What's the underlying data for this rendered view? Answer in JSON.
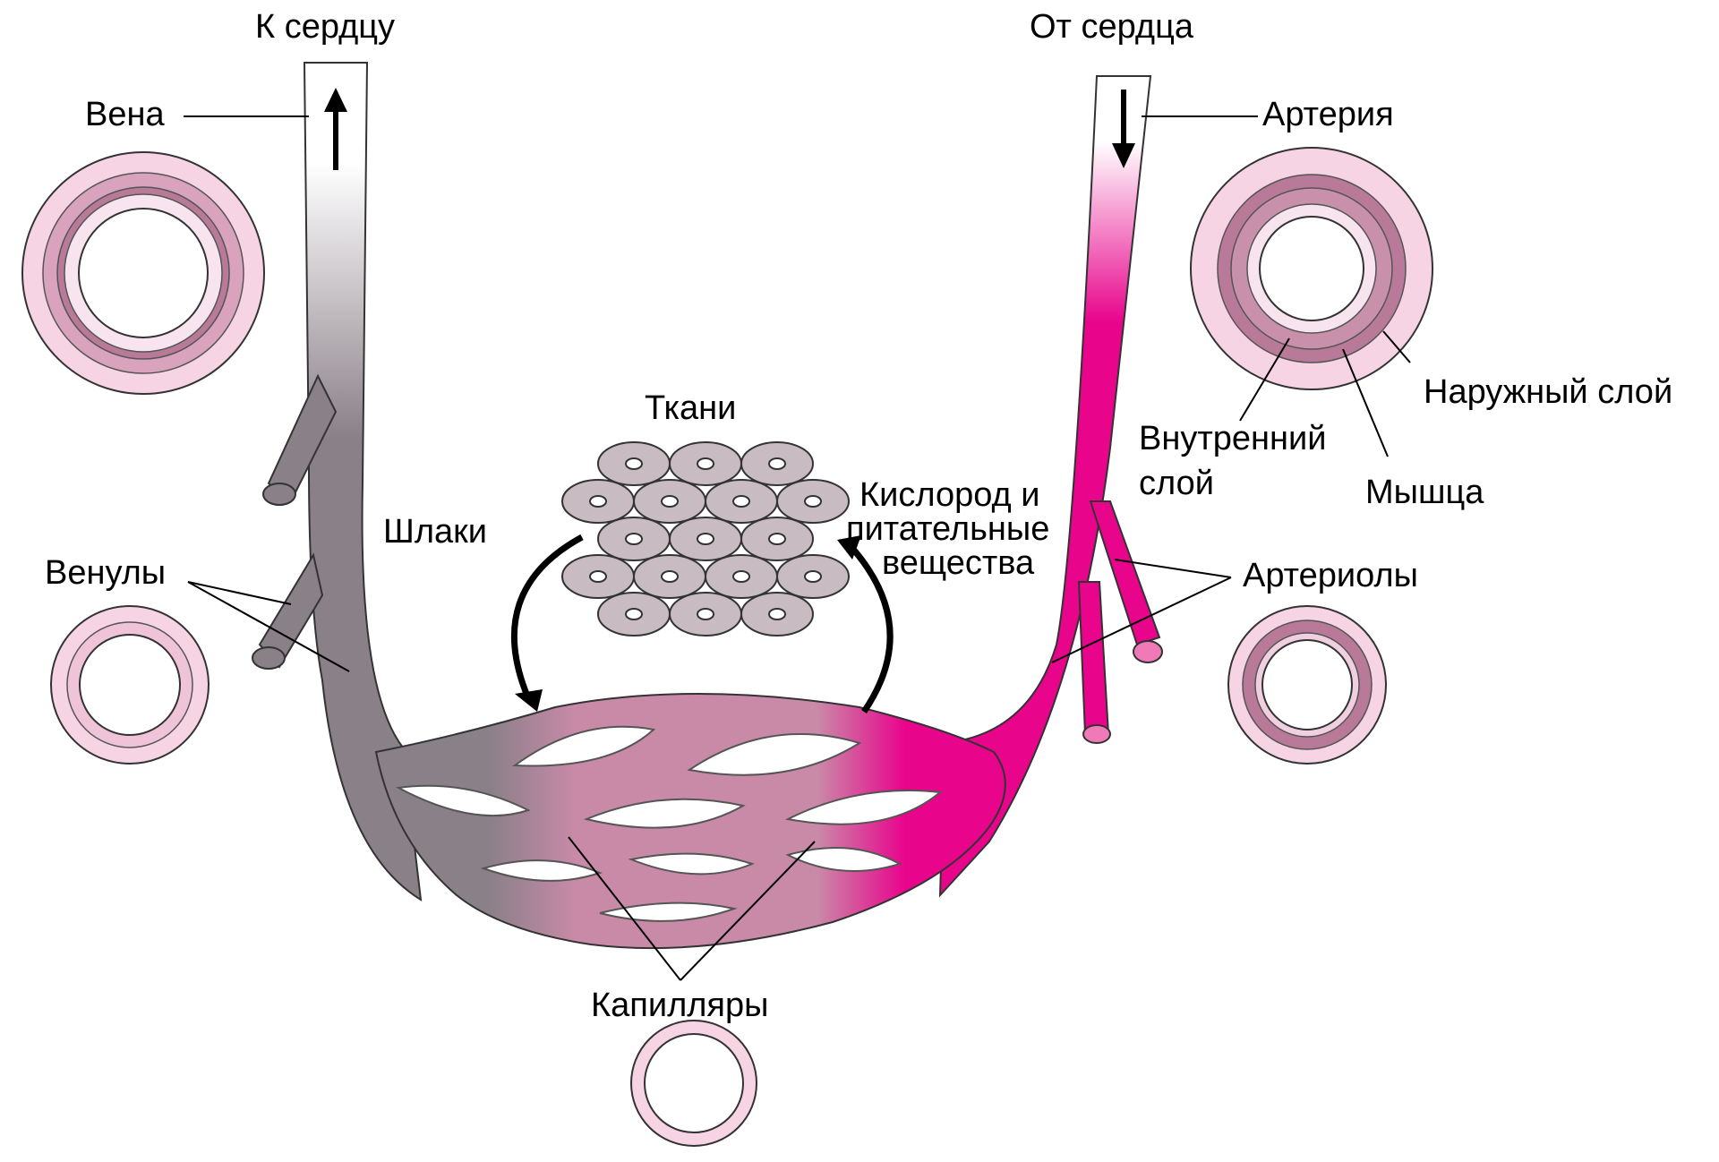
{
  "labels": {
    "to_heart": "К сердцу",
    "from_heart": "От сердца",
    "vein": "Вена",
    "artery": "Артерия",
    "outer_layer": "Наружный слой",
    "inner_layer_line1": "Внутренний",
    "inner_layer_line2": "слой",
    "muscle": "Мышца",
    "tissues": "Ткани",
    "waste": "Шлаки",
    "oxygen_line1": "Кислород и",
    "oxygen_line2": "питательные",
    "oxygen_line3": "вещества",
    "venules": "Венулы",
    "arterioles": "Артериолы",
    "capillaries": "Капилляры"
  },
  "colors": {
    "vein_gray": "#8a8088",
    "capillary_pink": "#c98aa8",
    "artery_magenta": "#e8058c",
    "vessel_wall_light": "#f7d4e4",
    "muscle_layer": "#b87a98",
    "tissue_cell": "#c8bcc2",
    "outline": "#333333"
  }
}
